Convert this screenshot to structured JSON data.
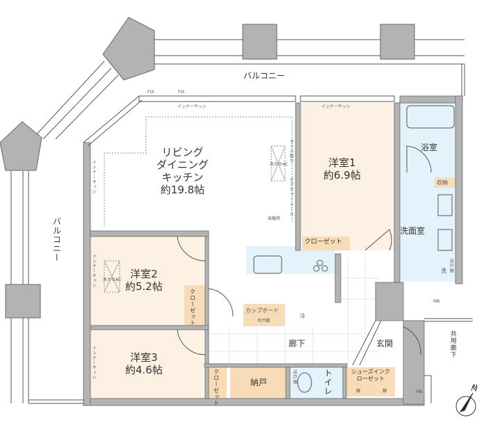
{
  "floorplan": {
    "colors": {
      "wall": "#b3b3b3",
      "room_beige": "#fdf1e4",
      "storage_tan": "#f8dcb8",
      "wet_blue": "#e3f2fb",
      "line": "#555555",
      "background": "#ffffff"
    },
    "balcony": {
      "top_label": "バルコニー",
      "left_label": "バルコニー"
    },
    "window_labels": {
      "fix": "FIX",
      "inner_sash": "インナーサッシ"
    },
    "ldk": {
      "name_line1": "リビング",
      "name_line2": "ダイニング",
      "name_line3": "キッチン",
      "area": "約19.8帖",
      "floor_heating": "床暖房",
      "ac": "天カセAC",
      "tile": "タイル貼り",
      "picture_rail": "ピクチャーレール"
    },
    "room1": {
      "name": "洋室1",
      "area": "約6.9帖",
      "closet": "クローゼット"
    },
    "room2": {
      "name": "洋室2",
      "area": "約5.2帖",
      "closet": "クローゼット",
      "ac": "天カセAC"
    },
    "room3": {
      "name": "洋室3",
      "area": "約4.6帖",
      "closet": "クローゼット"
    },
    "bath": {
      "name": "浴室"
    },
    "washroom": {
      "name": "洗面室",
      "storage": "収納",
      "cabinet": "吊戸棚",
      "washer": "洗"
    },
    "kitchen": {
      "cupboard": "カップボード",
      "cupboard_cabinet": "吊戸棚",
      "fridge": "冷"
    },
    "hallway": {
      "name": "廊下"
    },
    "storeroom": {
      "name": "納戸"
    },
    "toilet": {
      "name": "トイレ",
      "cabinet": "吊戸棚"
    },
    "entrance": {
      "name": "玄関",
      "shoe_closet": "シューズインクローゼット",
      "shelf1": "棚",
      "shelf2": "棚"
    },
    "common_corridor": "共用廊下",
    "mb_label": "MB",
    "compass": {
      "label": "N"
    }
  }
}
